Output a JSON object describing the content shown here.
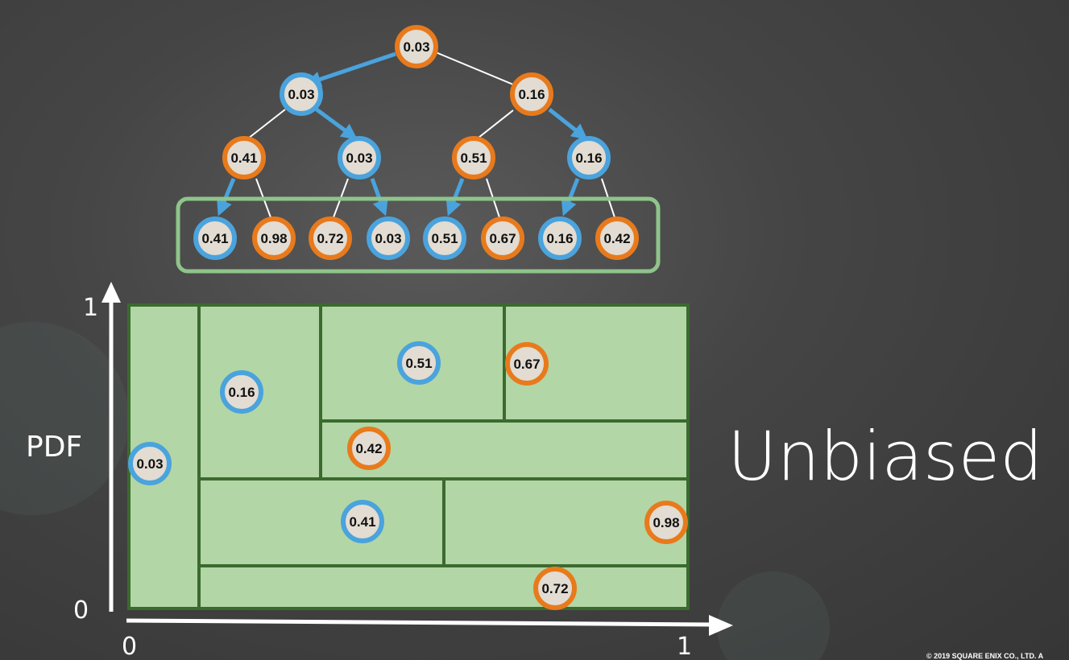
{
  "colors": {
    "blue": "#4aa3dc",
    "orange": "#e87a1c",
    "node_fill": "#e2dcd2",
    "cell_fill": "#b2d6a6",
    "cell_border": "#3b6a2f",
    "frame": "#8fc48a",
    "edge": "#ffffff",
    "background": "#454545"
  },
  "tree": {
    "root": {
      "label": "0.03",
      "color": "orange"
    },
    "level1": [
      {
        "label": "0.03",
        "color": "blue"
      },
      {
        "label": "0.16",
        "color": "orange"
      }
    ],
    "level2": [
      {
        "label": "0.41",
        "color": "orange"
      },
      {
        "label": "0.03",
        "color": "blue"
      },
      {
        "label": "0.51",
        "color": "orange"
      },
      {
        "label": "0.16",
        "color": "blue"
      }
    ],
    "leaves": [
      {
        "label": "0.41",
        "color": "blue"
      },
      {
        "label": "0.98",
        "color": "orange"
      },
      {
        "label": "0.72",
        "color": "orange"
      },
      {
        "label": "0.03",
        "color": "blue"
      },
      {
        "label": "0.51",
        "color": "blue"
      },
      {
        "label": "0.67",
        "color": "orange"
      },
      {
        "label": "0.16",
        "color": "blue"
      },
      {
        "label": "0.42",
        "color": "orange"
      }
    ]
  },
  "pdf_cells": [
    {
      "label": "0.03",
      "color": "blue"
    },
    {
      "label": "0.16",
      "color": "blue"
    },
    {
      "label": "0.51",
      "color": "blue"
    },
    {
      "label": "0.67",
      "color": "orange"
    },
    {
      "label": "0.42",
      "color": "orange"
    },
    {
      "label": "0.41",
      "color": "blue"
    },
    {
      "label": "0.98",
      "color": "orange"
    },
    {
      "label": "0.72",
      "color": "orange"
    }
  ],
  "axis": {
    "y_label": "PDF",
    "y_top": "1",
    "y_bottom": "0",
    "x_left": "0",
    "x_right": "1"
  },
  "title": "Unbiased",
  "copyright": "© 2019 SQUARE ENIX CO., LTD. A"
}
